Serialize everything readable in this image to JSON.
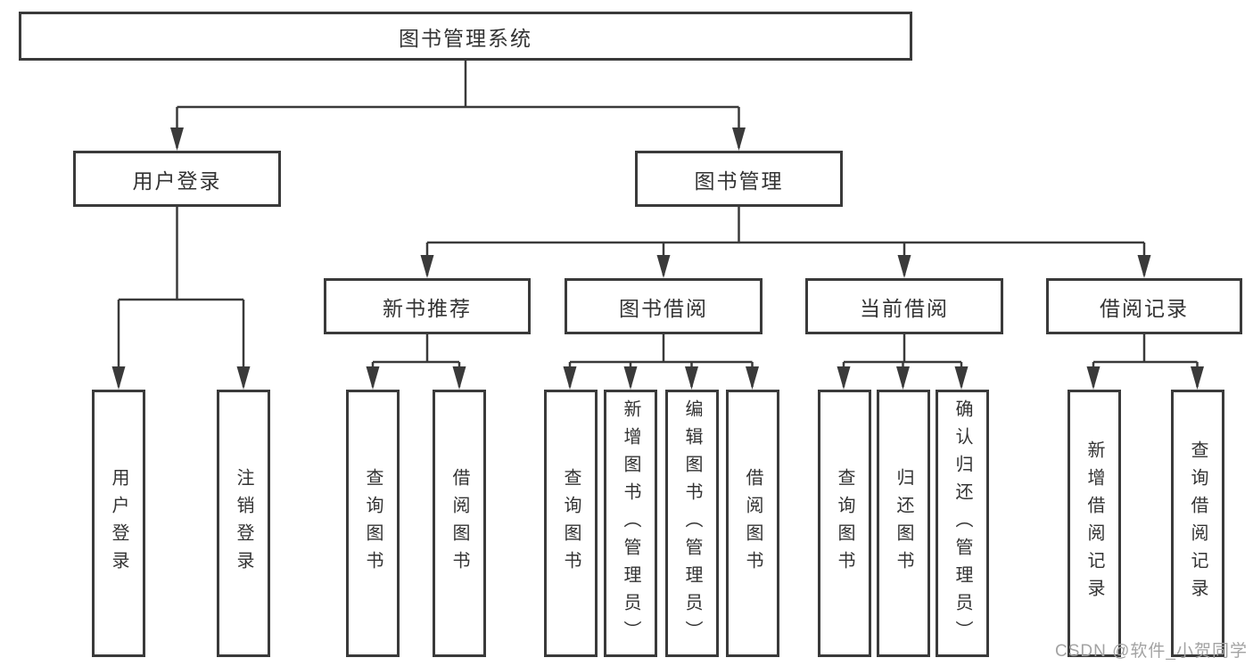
{
  "diagram_type": "hierarchy-tree",
  "tree": {
    "root": "图书管理系统",
    "children": [
      {
        "label": "用户登录",
        "children": [
          {
            "label": "用户登录"
          },
          {
            "label": "注销登录"
          }
        ]
      },
      {
        "label": "图书管理",
        "children": [
          {
            "label": "新书推荐",
            "children": [
              {
                "label": "查询图书"
              },
              {
                "label": "借阅图书"
              }
            ]
          },
          {
            "label": "图书借阅",
            "children": [
              {
                "label": "查询图书"
              },
              {
                "label": "新增图书（管理员）"
              },
              {
                "label": "编辑图书（管理员）"
              },
              {
                "label": "借阅图书"
              }
            ]
          },
          {
            "label": "当前借阅",
            "children": [
              {
                "label": "查询图书"
              },
              {
                "label": "归还图书"
              },
              {
                "label": "确认归还（管理员）"
              }
            ]
          },
          {
            "label": "借阅记录",
            "children": [
              {
                "label": "新增借阅记录"
              },
              {
                "label": "查询借阅记录"
              }
            ]
          }
        ]
      }
    ]
  },
  "watermark": "CSDN @软件_小贺同学",
  "colors": {
    "line": "#3a3a3a",
    "box_border": "#3a3a3a",
    "text": "#333333",
    "background": "#ffffff",
    "watermark": "#a3a3a3"
  }
}
